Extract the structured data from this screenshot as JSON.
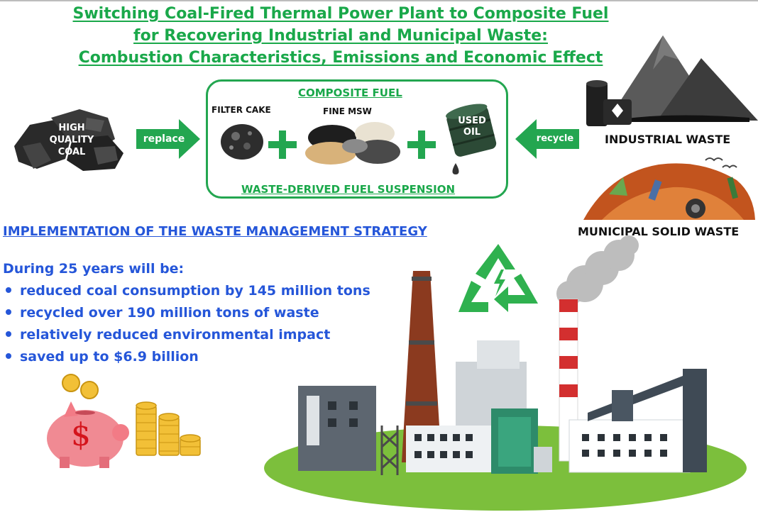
{
  "title": {
    "line1": "Switching Coal-Fired Thermal Power Plant to Composite Fuel",
    "line2": "for Recovering Industrial and Municipal Waste:",
    "line3": "Combustion Characteristics, Emissions and Economic Effect"
  },
  "coal": {
    "line1": "HIGH",
    "line2": "QUALITY",
    "line3": "COAL"
  },
  "arrows": {
    "replace": "replace",
    "recycle": "recycle"
  },
  "composite": {
    "heading": "COMPOSITE FUEL",
    "filter_cake": "FILTER CAKE",
    "fine_msw": "FINE MSW",
    "used_oil_line1": "USED",
    "used_oil_line2": "OIL",
    "footer": "WASTE-DERIVED FUEL SUSPENSION"
  },
  "sources": {
    "industrial": "INDUSTRIAL WASTE",
    "municipal": "MUNICIPAL SOLID WASTE"
  },
  "strategy": {
    "heading": "IMPLEMENTATION OF THE WASTE MANAGEMENT STRATEGY",
    "intro": "During 25 years will be:",
    "items": [
      "reduced coal consumption by 145 million tons",
      "recycled over 190 million tons of waste",
      "relatively reduced environmental impact",
      "saved up to $6.9 billion"
    ]
  },
  "piggy_symbol": "$",
  "colors": {
    "title_green": "#1aa84a",
    "arrow_green": "#23a650",
    "text_blue": "#2556d9"
  }
}
